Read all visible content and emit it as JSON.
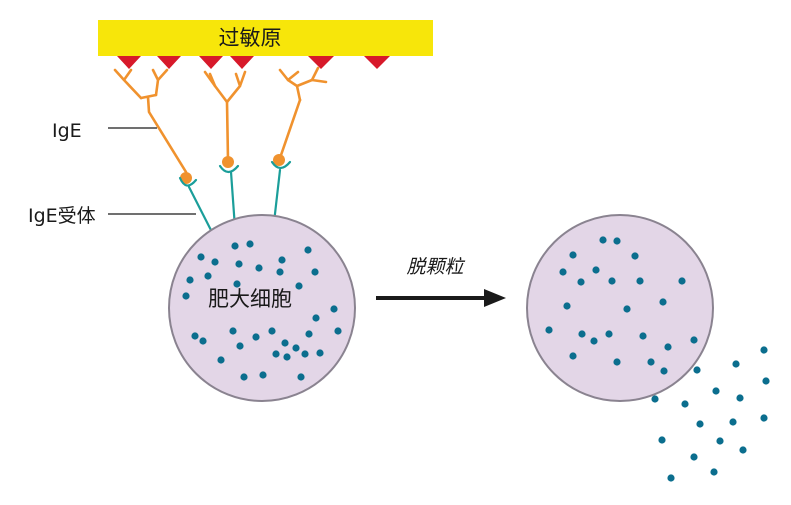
{
  "labels": {
    "allergen": "过敏原",
    "ige": "IgE",
    "ige_receptor": "IgE受体",
    "mast_cell": "肥大细胞",
    "degranulation": "脱颗粒"
  },
  "colors": {
    "allergen_bar": "#f7e60a",
    "allergen_marker": "#d7192a",
    "antibody": "#f0922e",
    "receptor": "#1b9e9a",
    "cell_fill": "#e3d6e7",
    "cell_stroke": "#8a8390",
    "granule": "#0b6e8e",
    "arrow": "#1a1a1a"
  }
}
